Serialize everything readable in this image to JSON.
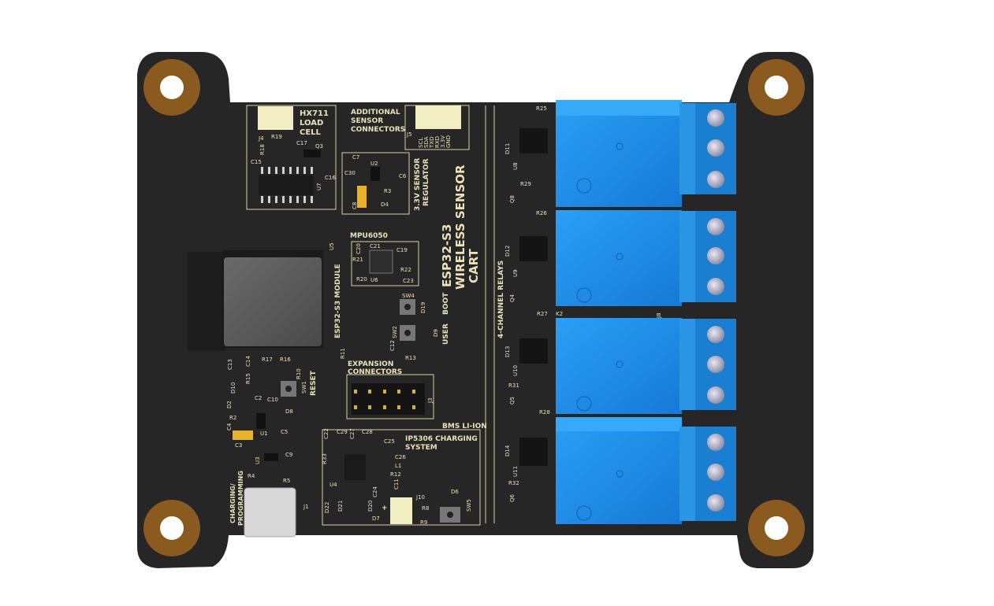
{
  "board": {
    "title_line1": "ESP32-S3",
    "title_line2": "WIRELESS SENSOR",
    "title_line3": "CART",
    "colors": {
      "pcb": "#2a2a2a",
      "relay": "#1e8fe8",
      "terminal": "#1a7fd0",
      "pad_gold": "#a0621e",
      "silkscreen": "#e8e2b8"
    }
  },
  "sections": {
    "hx711": {
      "line1": "HX711",
      "line2": "LOAD",
      "line3": "CELL"
    },
    "additional": {
      "line1": "ADDITIONAL",
      "line2": "SENSOR",
      "line3": "CONNECTORS"
    },
    "regulator": {
      "line1": "3.3V SENSOR",
      "line2": "REGULATOR"
    },
    "mpu": "MPU6050",
    "module": "ESP32-S3 MODULE",
    "relays": "4-CHANNEL RELAYS",
    "expansion": {
      "line1": "EXPANSION",
      "line2": "CONNECTORS"
    },
    "bms": "BMS LI-ION",
    "charging": {
      "line1": "IP5306 CHARGING",
      "line2": "SYSTEM"
    },
    "usb": {
      "line1": "CHARGING/",
      "line2": "PROGRAMMING"
    },
    "buttons": {
      "user": "USER",
      "boot": "BOOT",
      "reset": "RESET"
    }
  },
  "j5_pins": [
    "SCL",
    "SDA",
    "TXD",
    "RXD",
    "3.3V",
    "GND"
  ],
  "refs": {
    "j4": "J4",
    "j5": "J5",
    "u7": "U7",
    "q3": "Q3",
    "c17": "C17",
    "c15": "C15",
    "c16": "C16",
    "r18": "R18",
    "r19": "R19",
    "u2": "U2",
    "c7": "C7",
    "c30": "C30",
    "c6": "C6",
    "c8": "C8",
    "r3": "R3",
    "d4": "D4",
    "u6": "U6",
    "c21": "C21",
    "c19": "C19",
    "c20": "C20",
    "r21": "R21",
    "r22": "R22",
    "r20": "R20",
    "c23": "C23",
    "u5": "U5",
    "sw4": "SW4",
    "d19": "D19",
    "sw2": "SW2",
    "d9": "D9",
    "c12": "C12",
    "r13": "R13",
    "r11": "R11",
    "c13": "C13",
    "c14": "C14",
    "r17": "R17",
    "r16": "R16",
    "r15": "R15",
    "d10": "D10",
    "sw1": "SW1",
    "r10": "R10",
    "d2": "D2",
    "c2": "C2",
    "c10": "C10",
    "d8": "D8",
    "r2": "R2",
    "c4": "C4",
    "u1": "U1",
    "c5": "C5",
    "c3": "C3",
    "u3": "U3",
    "c9": "C9",
    "r4": "R4",
    "r5": "R5",
    "j1": "J1",
    "j3": "J3",
    "c22": "C22",
    "c29": "C29",
    "c27": "C27",
    "c28": "C28",
    "c25": "C25",
    "r33": "R33",
    "c26": "C26",
    "l1": "L1",
    "r12": "R12",
    "c11": "C11",
    "c24": "C24",
    "u4": "U4",
    "d22": "D22",
    "d21": "D21",
    "d20": "D20",
    "d7": "D7",
    "j10": "J10",
    "r8": "R8",
    "r9": "R9",
    "d6": "D6",
    "sw5": "SW5",
    "plus": "+",
    "r25": "R25",
    "d11": "D11",
    "u8": "U8",
    "r29": "R29",
    "q8": "Q8",
    "r26": "R26",
    "d12": "D12",
    "u9": "U9",
    "q4": "Q4",
    "k2": "K2",
    "r27": "R27",
    "j8": "J8",
    "d13": "D13",
    "u10": "U10",
    "r31": "R31",
    "q5": "Q5",
    "r28": "R28",
    "d14": "D14",
    "u11": "U11",
    "r32": "R32",
    "q6": "Q6"
  }
}
